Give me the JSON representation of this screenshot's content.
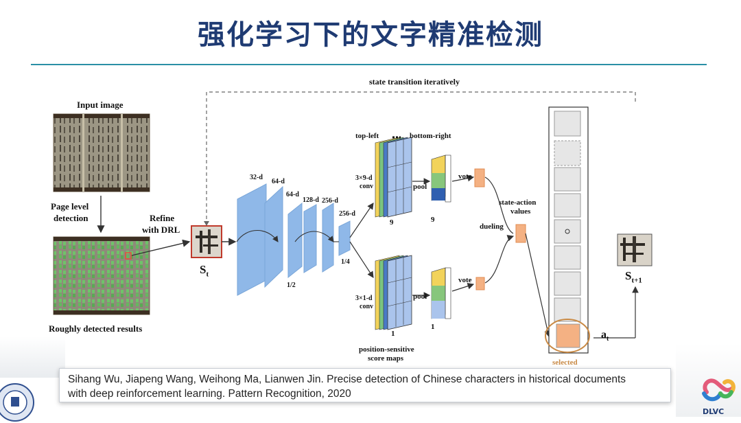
{
  "slide": {
    "title": "强化学习下的文字精准检测",
    "citation_line1": "Sihang Wu, Jiapeng Wang, Weihong Ma, Lianwen Jin. Precise detection of Chinese characters in historical documents",
    "citation_line2": "with deep reinforcement learning. Pattern Recognition, 2020",
    "brand": "DLVC"
  },
  "diagram": {
    "input_image": "Input image",
    "page_level_detection": "Page level detection",
    "page_level_detection_l1": "Page level",
    "page_level_detection_l2": "detection",
    "roughly_detected": "Roughly detected results",
    "refine_l1": "Refine",
    "refine_l2": "with DRL",
    "state_transition": "state transition iteratively",
    "s_t": "S",
    "s_t_sub": "t",
    "s_t1": "S",
    "s_t1_sub": "t+1",
    "a_t": "a",
    "a_t_sub": "t",
    "conv_dims": [
      "32-d",
      "64-d",
      "64-d",
      "128-d",
      "256-d",
      "256-d"
    ],
    "half": "1/2",
    "quarter": "1/4",
    "top_left": "top-left",
    "bottom_right": "bottom-right",
    "conv_top_l1": "3×9-d",
    "conv_top_l2": "conv",
    "conv_bot_l1": "3×1-d",
    "conv_bot_l2": "conv",
    "pool": "pool",
    "vote": "vote",
    "nine_a": "9",
    "nine_b": "9",
    "one_a": "1",
    "one_b": "1",
    "position_sensitive_l1": "position-sensitive",
    "position_sensitive_l2": "score maps",
    "state_action_l1": "state-action",
    "state_action_l2": "values",
    "dueling": "dueling",
    "selected": "selected"
  },
  "colors": {
    "title": "#1f3b73",
    "rule": "#2a8fa6",
    "conv_blue": "#8fb8e8",
    "orange": "#f4b183",
    "red_box": "#c0392b"
  }
}
